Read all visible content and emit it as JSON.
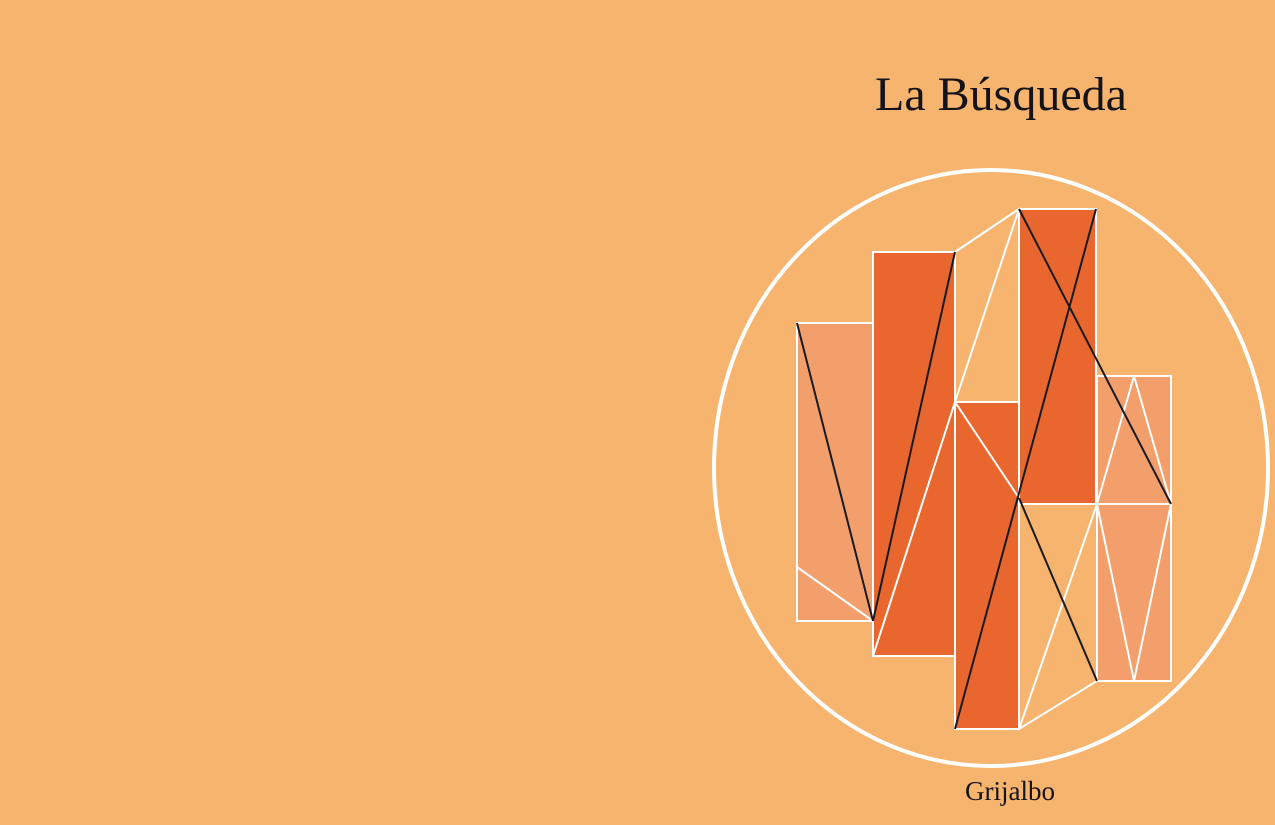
{
  "cover": {
    "title": "La Búsqueda",
    "publisher": "Grijalbo"
  },
  "colors": {
    "background": "#f6b46e",
    "text": "#15131a",
    "outline": "#ffffff",
    "dark_orange": "#e9672f",
    "light_orange": "#f29f6c",
    "dark_line": "#1a1a22"
  },
  "illustration": {
    "name": "circle-emblem",
    "motif": "geometric-orange-blocks"
  }
}
